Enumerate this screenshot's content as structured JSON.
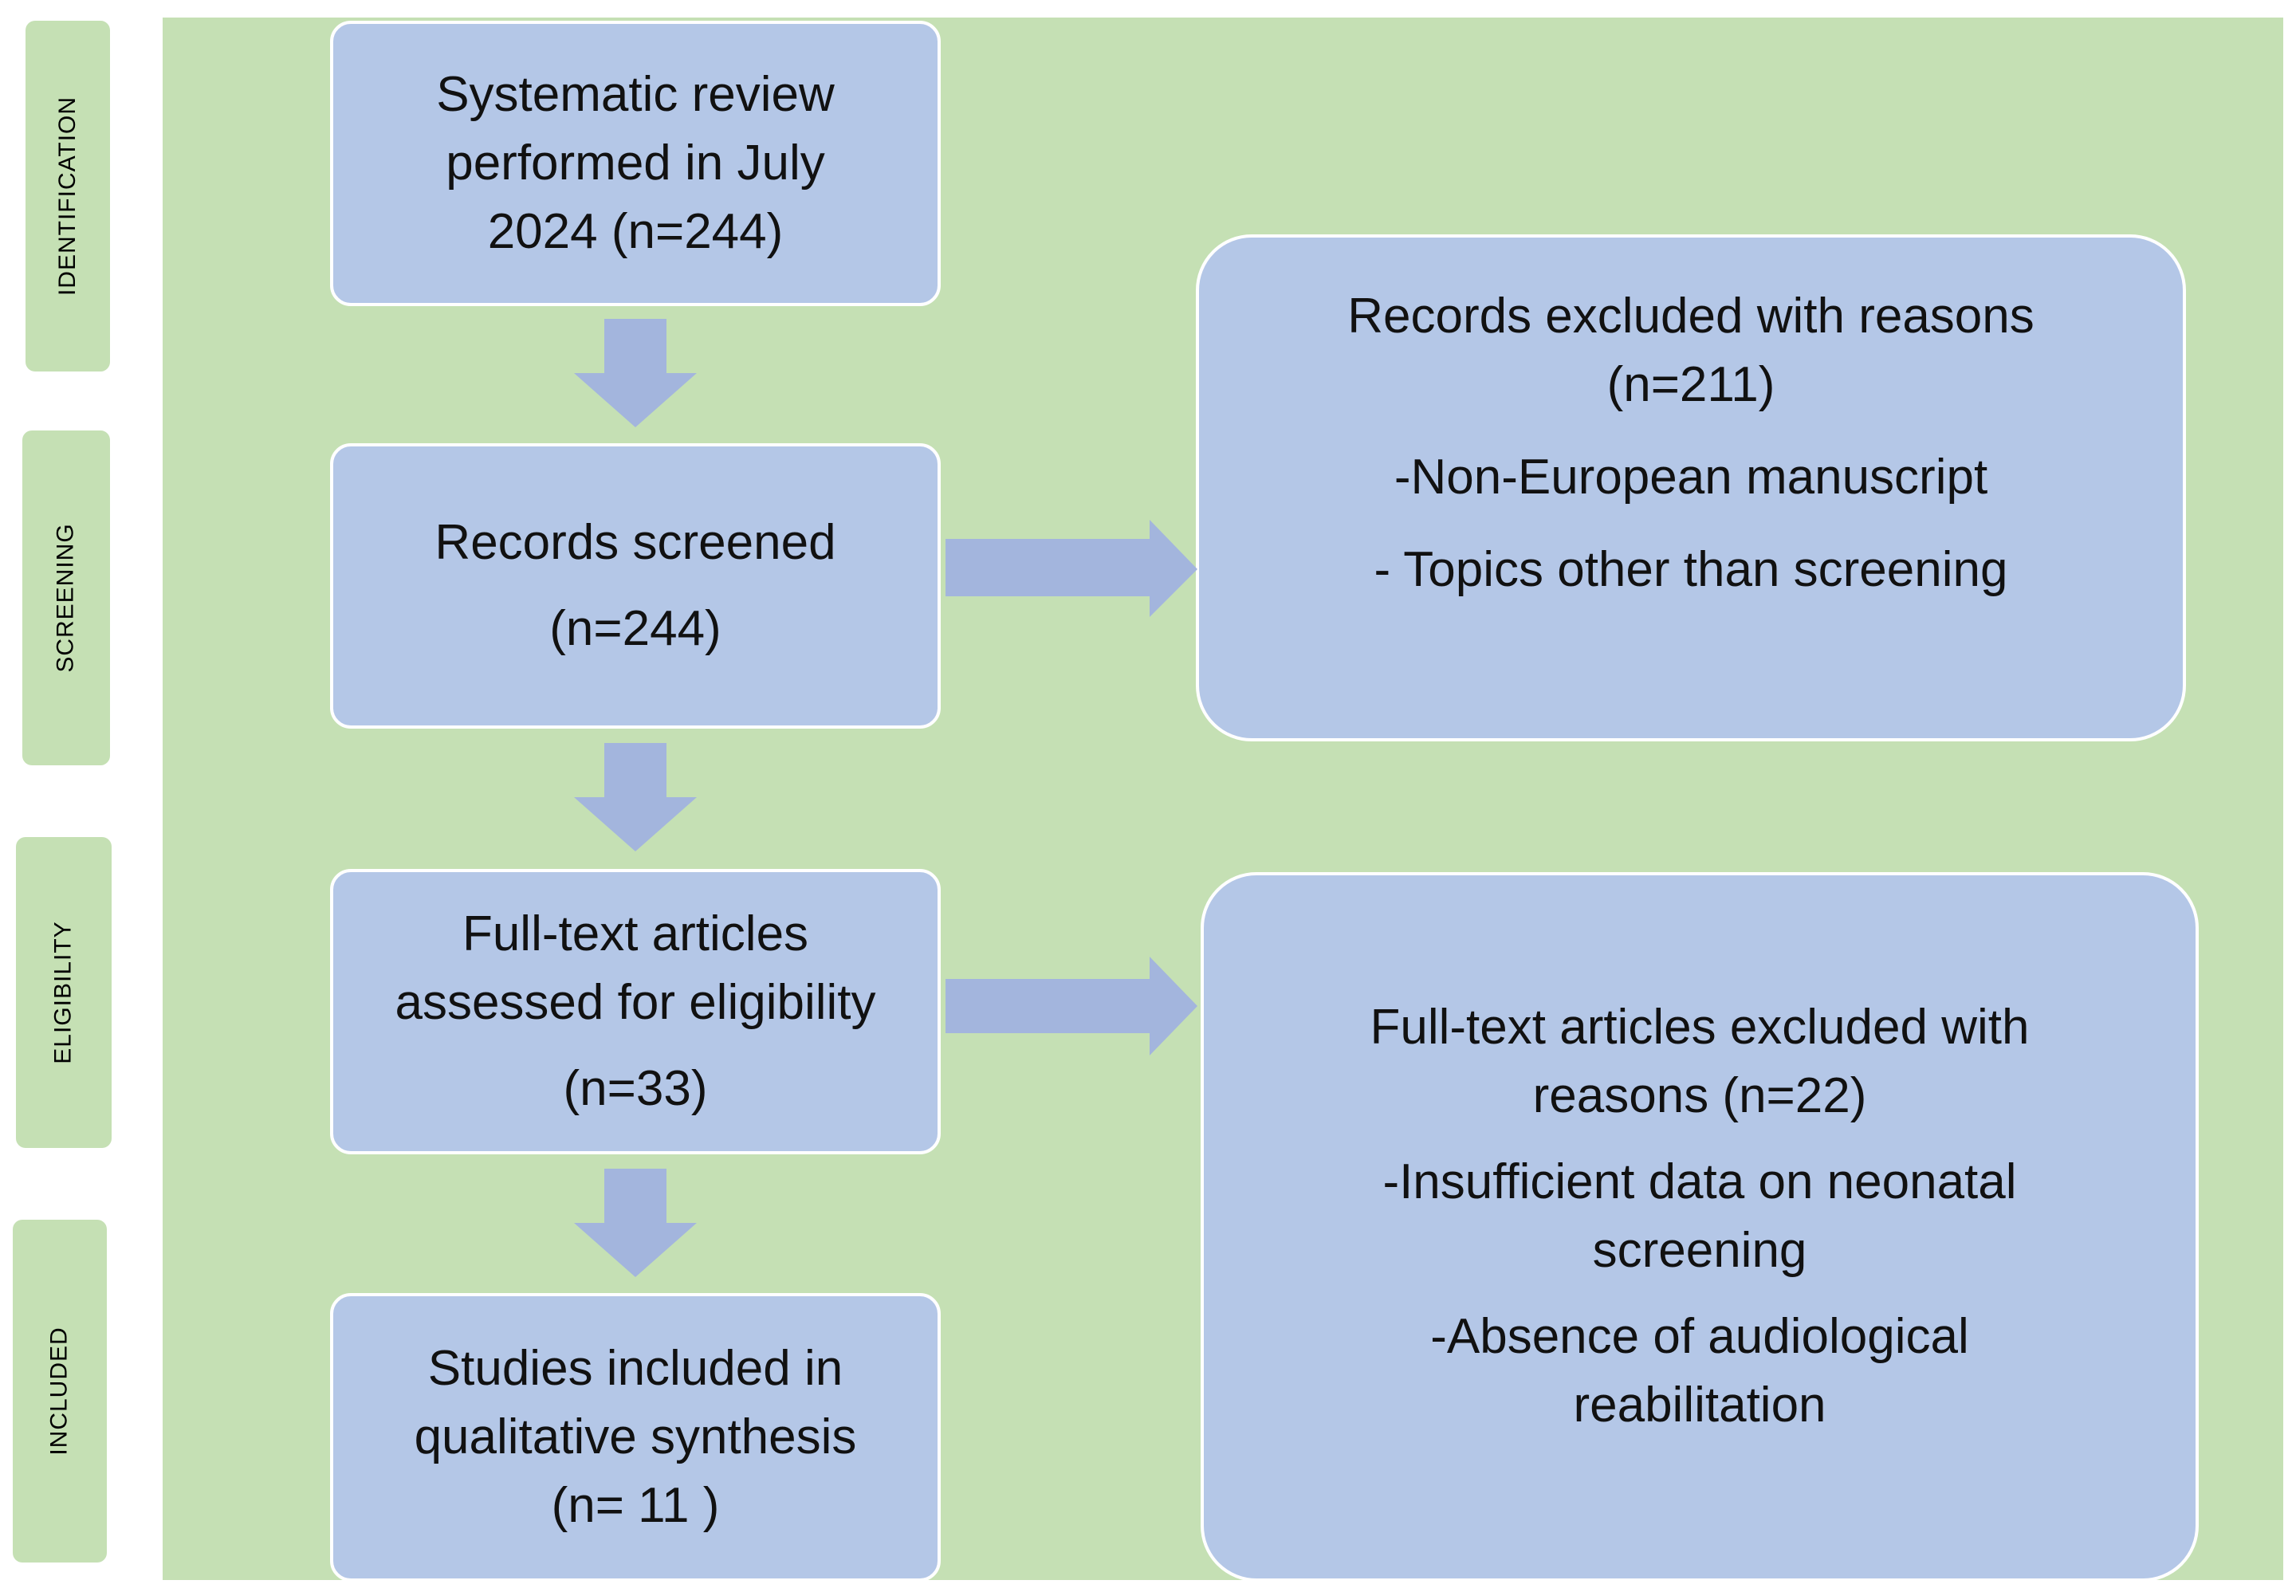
{
  "colors": {
    "panel_green": "#c5e0b4",
    "box_blue": "#b4c7e7",
    "arrow_blue": "#a3b5dd",
    "box_border": "#ffffff"
  },
  "stages": {
    "identification": "IDENTIFICATION",
    "screening": "SCREENING",
    "eligibility": "ELIGIBILITY",
    "included": "INCLUDED"
  },
  "identification_box": {
    "line1": "Systematic review",
    "line2": "performed in July",
    "line3": "2024 (n=244)"
  },
  "screening_box": {
    "line1": "Records screened",
    "line2": "(n=244)"
  },
  "eligibility_box": {
    "line1": "Full-text articles",
    "line2": "assessed for eligibility",
    "line3": "(n=33)"
  },
  "included_box": {
    "line1": "Studies included in",
    "line2": "qualitative synthesis",
    "line3": "(n= 11 )"
  },
  "screening_exclusion": {
    "line1": "Records excluded with reasons",
    "line2": "(n=211)",
    "reason1": "-Non-European manuscript",
    "reason2": "- Topics other than screening"
  },
  "eligibility_exclusion": {
    "line1": "Full-text articles  excluded with",
    "line2": "reasons (n=22)",
    "reason1_line1": "-Insufficient data on neonatal",
    "reason1_line2": "screening",
    "reason2_line1": "-Absence of audiological",
    "reason2_line2": "reabilitation"
  }
}
